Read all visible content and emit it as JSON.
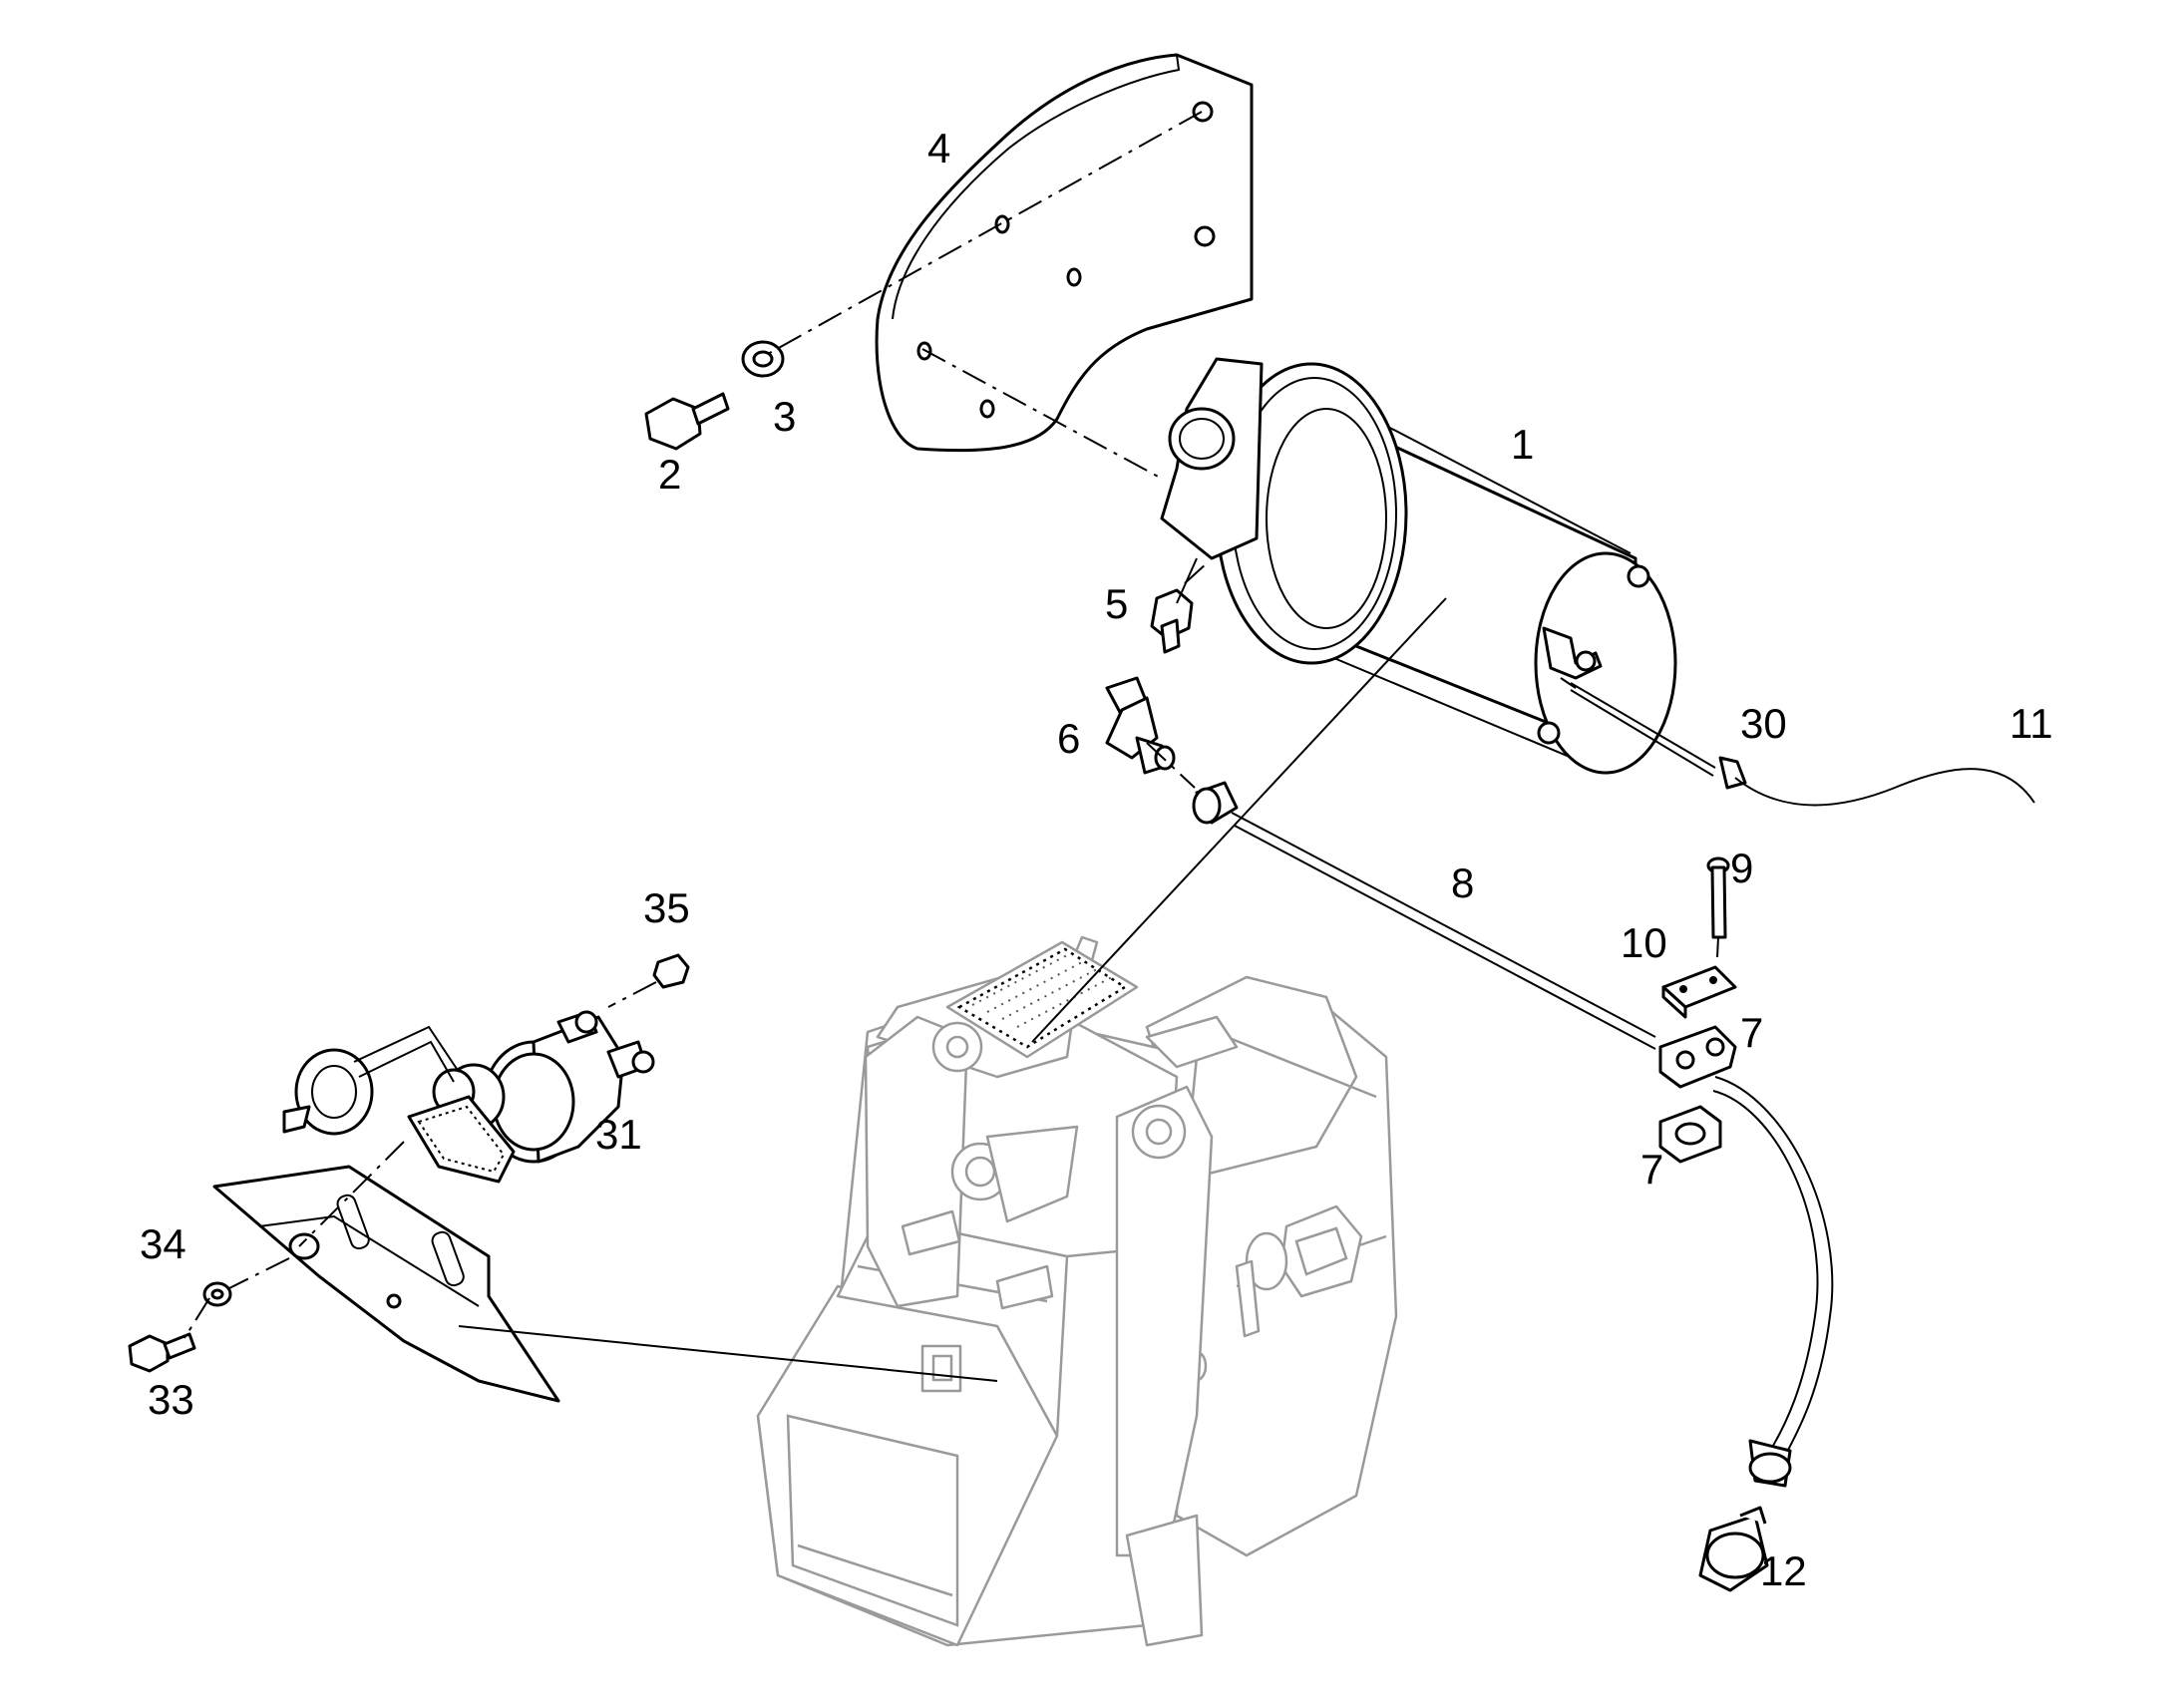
{
  "diagram": {
    "callouts": [
      {
        "id": "c1",
        "text": "1"
      },
      {
        "id": "c2",
        "text": "2"
      },
      {
        "id": "c3",
        "text": "3"
      },
      {
        "id": "c4",
        "text": "4"
      },
      {
        "id": "c5",
        "text": "5"
      },
      {
        "id": "c6",
        "text": "6"
      },
      {
        "id": "c7a",
        "text": "7"
      },
      {
        "id": "c7b",
        "text": "7"
      },
      {
        "id": "c8",
        "text": "8"
      },
      {
        "id": "c9",
        "text": "9"
      },
      {
        "id": "c10",
        "text": "10"
      },
      {
        "id": "c11",
        "text": "11"
      },
      {
        "id": "c12",
        "text": "12"
      },
      {
        "id": "c30",
        "text": "30"
      },
      {
        "id": "c31",
        "text": "31"
      },
      {
        "id": "c33",
        "text": "33"
      },
      {
        "id": "c34",
        "text": "34"
      },
      {
        "id": "c35",
        "text": "35"
      }
    ]
  }
}
